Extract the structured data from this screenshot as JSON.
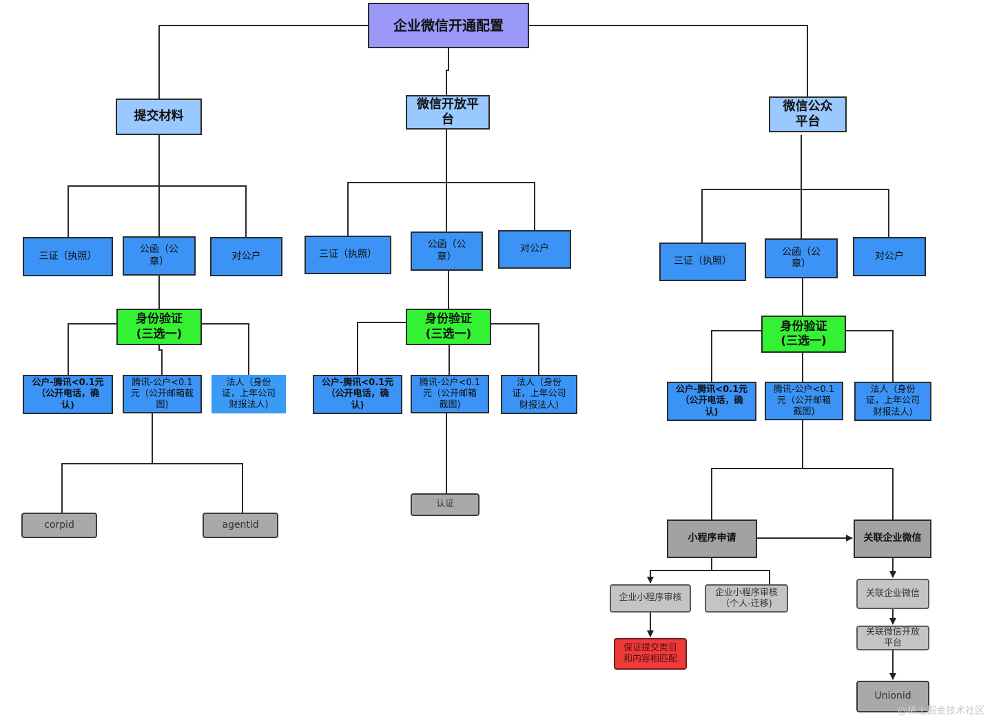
{
  "root": "企业微信开通配置",
  "categories": {
    "submit": "提交材料",
    "open_platform": "微信开放平台",
    "official_account": "微信公众平台"
  },
  "docs": {
    "three_cert": "三证（执照）",
    "letter": "公函（公章）",
    "corp_account": "对公户"
  },
  "identity": "身份验证\n(三选一)",
  "options": {
    "tencent_pay": "公户-腾讯<0.1元（公开电话，确认)",
    "tencent_pay_email": "腾讯-公户<0.1元（公开邮箱截图)",
    "legal": "法人（身份证，上年公司财报法人)"
  },
  "left_leaves": {
    "corpid": "corpid",
    "agentid": "agentid"
  },
  "middle_leaf": "认证",
  "right_flow": {
    "mini_apply": "小程序申请",
    "link_wecom": "关联企业微信",
    "enterprise_review": "企业小程序审核",
    "personal_review": "企业小程序审核（个人-迁移)",
    "ensure_match": "保证提交类目和内容相匹配",
    "link_wecom_step": "关联企业微信",
    "link_open_platform": "关联微信开放平台",
    "unionid": "Unionid"
  },
  "watermark": "@稀土掘金技术社区"
}
